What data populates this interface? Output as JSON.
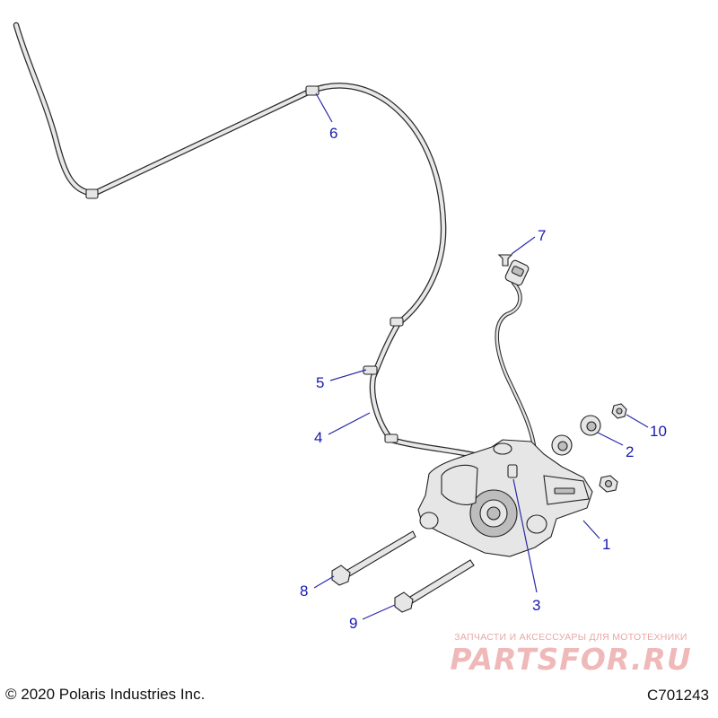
{
  "callouts": [
    {
      "id": "1",
      "text": "1"
    },
    {
      "id": "2",
      "text": "2"
    },
    {
      "id": "3",
      "text": "3"
    },
    {
      "id": "4",
      "text": "4"
    },
    {
      "id": "5",
      "text": "5"
    },
    {
      "id": "6",
      "text": "6"
    },
    {
      "id": "7",
      "text": "7"
    },
    {
      "id": "8",
      "text": "8"
    },
    {
      "id": "9",
      "text": "9"
    },
    {
      "id": "10",
      "text": "10"
    }
  ],
  "footer": {
    "copyright": "© 2020 Polaris Industries Inc.",
    "drawing_number": "C701243"
  },
  "watermark": {
    "tagline": "ЗАПЧАСТИ И АКСЕССУАРЫ ДЛЯ МОТОТЕХНИКИ",
    "logo": "PARTSFOR.RU"
  }
}
